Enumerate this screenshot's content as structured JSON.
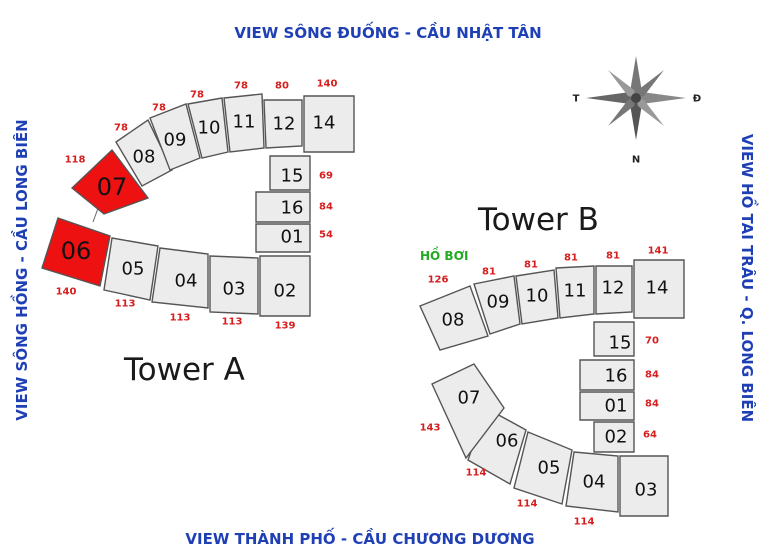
{
  "views": {
    "top": "VIEW SÔNG ĐUỐNG - CẦU NHẬT TÂN",
    "bottom": "VIEW THÀNH PHỐ - CẦU CHƯƠNG DƯƠNG",
    "left": "VIEW SÔNG HỒNG - CẦU LONG BIÊN",
    "right": "VIEW HỒ TAI TRÂU - Q. LONG BIÊN"
  },
  "pool_label": "HỒ BƠI",
  "compass": {
    "west": "T",
    "east": "Đ",
    "north": "N"
  },
  "towers": [
    {
      "title": "Tower A",
      "units": [
        {
          "number": "07",
          "area": "118",
          "selected": true
        },
        {
          "number": "06",
          "area": "140",
          "selected": true
        },
        {
          "number": "08",
          "area": "78",
          "selected": false
        },
        {
          "number": "09",
          "area": "78",
          "selected": false
        },
        {
          "number": "10",
          "area": "78",
          "selected": false
        },
        {
          "number": "11",
          "area": "78",
          "selected": false
        },
        {
          "number": "12",
          "area": "80",
          "selected": false
        },
        {
          "number": "14",
          "area": "140",
          "selected": false
        },
        {
          "number": "15",
          "area": "69",
          "selected": false
        },
        {
          "number": "16",
          "area": "84",
          "selected": false
        },
        {
          "number": "01",
          "area": "54",
          "selected": false
        },
        {
          "number": "02",
          "area": "139",
          "selected": false
        },
        {
          "number": "03",
          "area": "113",
          "selected": false
        },
        {
          "number": "04",
          "area": "113",
          "selected": false
        },
        {
          "number": "05",
          "area": "113",
          "selected": false
        }
      ]
    },
    {
      "title": "Tower B",
      "units": [
        {
          "number": "08",
          "area": "126",
          "selected": false
        },
        {
          "number": "09",
          "area": "81",
          "selected": false
        },
        {
          "number": "10",
          "area": "81",
          "selected": false
        },
        {
          "number": "11",
          "area": "81",
          "selected": false
        },
        {
          "number": "12",
          "area": "81",
          "selected": false
        },
        {
          "number": "14",
          "area": "141",
          "selected": false
        },
        {
          "number": "15",
          "area": "70",
          "selected": false
        },
        {
          "number": "16",
          "area": "84",
          "selected": false
        },
        {
          "number": "01",
          "area": "84",
          "selected": false
        },
        {
          "number": "02",
          "area": "64",
          "selected": false
        },
        {
          "number": "03",
          "area": "",
          "selected": false
        },
        {
          "number": "04",
          "area": "114",
          "selected": false
        },
        {
          "number": "05",
          "area": "114",
          "selected": false
        },
        {
          "number": "06",
          "area": "114",
          "selected": false
        },
        {
          "number": "07",
          "area": "143",
          "selected": false
        }
      ]
    }
  ]
}
